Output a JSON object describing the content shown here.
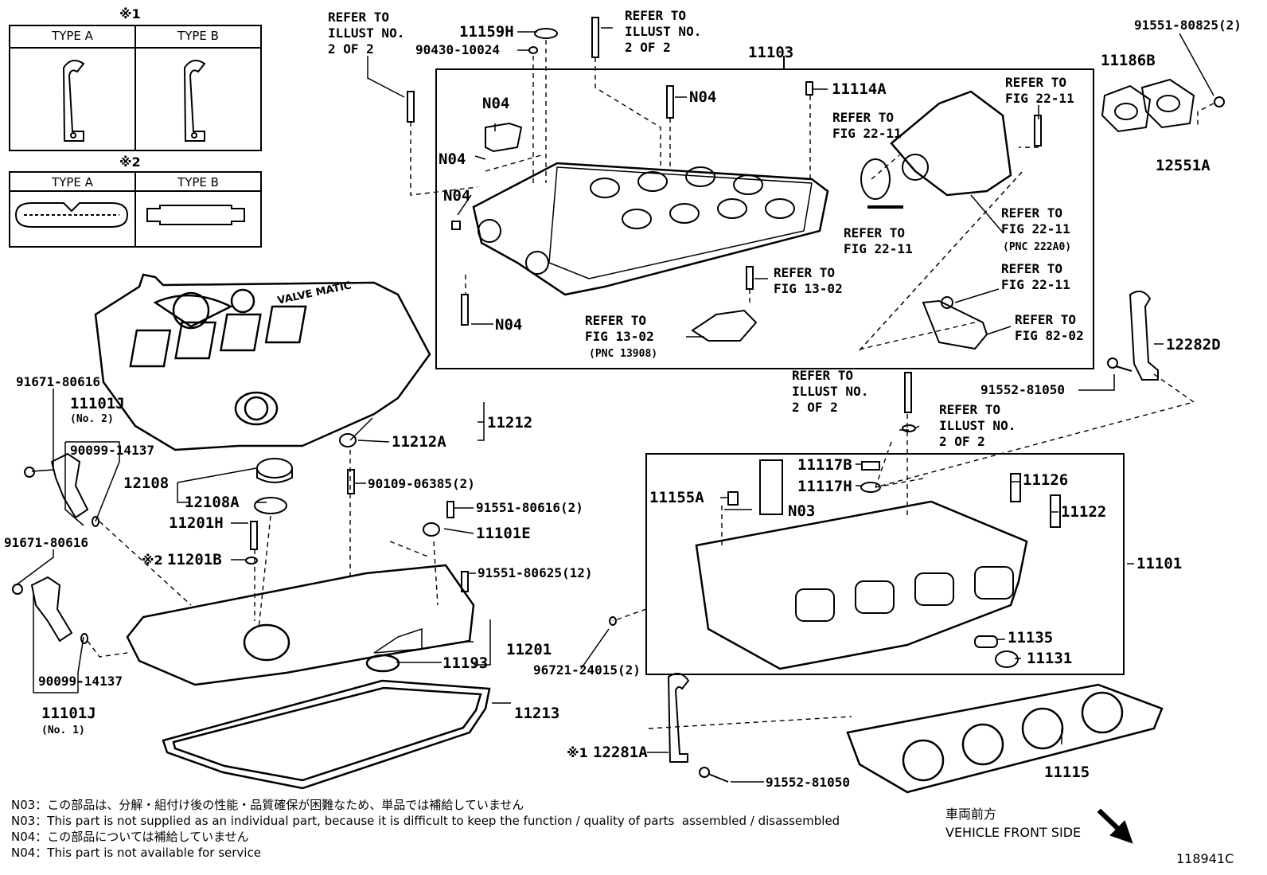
{
  "type_tables": [
    {
      "mark": "※1",
      "type_a": "TYPE A",
      "type_b": "TYPE B"
    },
    {
      "mark": "※2",
      "type_a": "TYPE A",
      "type_b": "TYPE B"
    }
  ],
  "valvematic_logo": "VALVE MATIC",
  "parts": {
    "p11159H": "11159H",
    "p90430": "90430-10024",
    "p11103": "11103",
    "p11114A": "11114A",
    "p91551_80825": "91551-80825(2)",
    "p11186B": "11186B",
    "p12551A": "12551A",
    "n04_a": "N04",
    "n04_b": "N04",
    "n04_c": "N04",
    "n04_d": "N04",
    "n04_e": "N04",
    "p91671_a": "91671-80616",
    "p11101J_2": "11101J",
    "p11101J_2_sub": "(No. 2)",
    "p90099_a": "90099-14137",
    "p12108": "12108",
    "p12108A": "12108A",
    "p11212A": "11212A",
    "p11212": "11212",
    "p90109": "90109-06385(2)",
    "p91551_80616": "91551-80616(2)",
    "p11201H": "11201H",
    "p11101E": "11101E",
    "p11201B": "11201B",
    "p11201B_mark": "※2",
    "p91551_80625": "91551-80625(12)",
    "p91671_b": "91671-80616",
    "p90099_b": "90099-14137",
    "p11101J_1": "11101J",
    "p11101J_1_sub": "(No. 1)",
    "p11201": "11201",
    "p11193": "11193",
    "p96721": "96721-24015(2)",
    "p11213": "11213",
    "p12281A": "12281A",
    "p12281A_mark": "※1",
    "p91552_a": "91552-81050",
    "p91552_b": "91552-81050",
    "p12282D": "12282D",
    "p11117B": "11117B",
    "p11117H": "11117H",
    "p11155A": "11155A",
    "n03": "N03",
    "p11126": "11126",
    "p11122": "11122",
    "p11101": "11101",
    "p11135": "11135",
    "p11131": "11131",
    "p11115": "11115"
  },
  "refs": {
    "r1": "REFER TO\nILLUST NO.\n2 OF 2",
    "r2": "REFER TO\nILLUST NO.\n2 OF 2",
    "r3": "REFER TO\nFIG 22-11",
    "r4": "REFER TO\nFIG 22-11",
    "r5": "REFER TO\nFIG 22-11",
    "r6": "REFER TO\nFIG 22-11",
    "r6_pnc": "(PNC 222A0)",
    "r7": "REFER TO\nFIG 22-11",
    "r8": "REFER TO\nFIG 13-02",
    "r9": "REFER TO\nFIG 13-02",
    "r9_pnc": "(PNC 13908)",
    "r10": "REFER TO\nFIG 82-02",
    "r11": "REFER TO\nILLUST NO.\n2 OF 2",
    "r12": "REFER TO\nILLUST NO.\n2 OF 2"
  },
  "notes": [
    "N03：この部品は、分解・組付け後の性能・品質確保が困難なため、単品では補給していません",
    "N03：This part is not supplied as an individual part, because it is difficult to keep the function / quality of parts  assembled / disassembled",
    "N04：この部品については補給していません",
    "N04：This part is not available for service"
  ],
  "front": {
    "jp": "車両前方",
    "en": "VEHICLE FRONT SIDE"
  },
  "illust_no": "118941C"
}
